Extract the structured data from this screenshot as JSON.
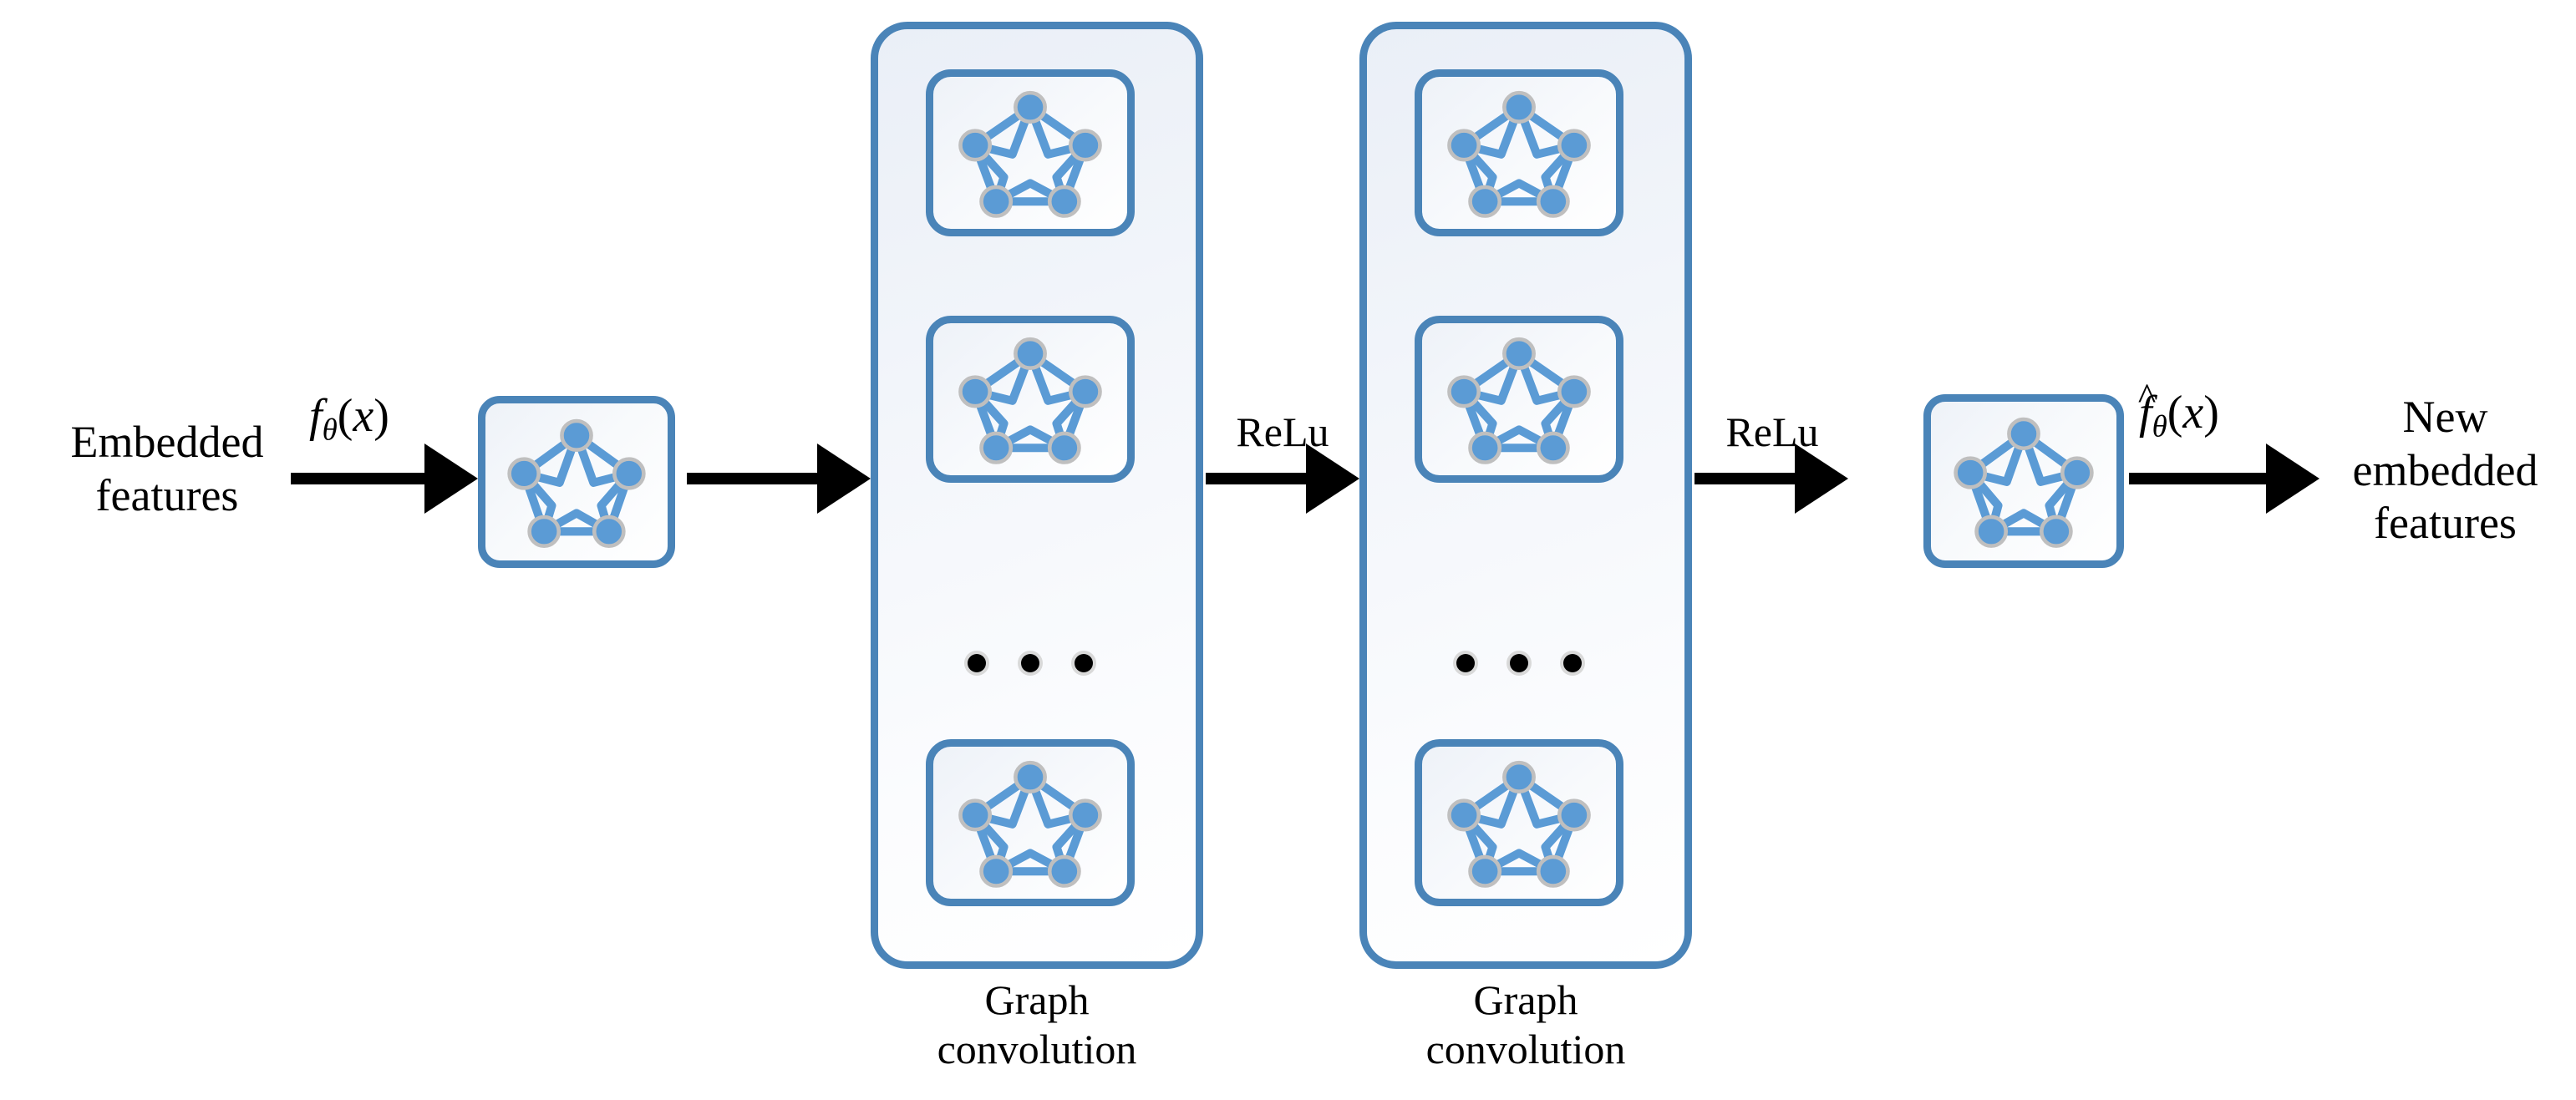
{
  "diagram": {
    "title": "Graph convolution network pipeline",
    "accent_color": "#4a84b8",
    "node_fill": "#5b9bd5",
    "node_stroke": "#bfbfbf",
    "arrow_color": "#000000"
  },
  "labels": {
    "input": "Embedded\nfeatures",
    "output": "New\nembedded\nfeatures",
    "relu_1": "ReLu",
    "relu_2": "ReLu",
    "caption_1": "Graph\nconvolution",
    "caption_2": "Graph\nconvolution"
  },
  "math": {
    "input_fn": {
      "f": "f",
      "sub": "θ",
      "arg": "(x)",
      "hat": ""
    },
    "output_fn": {
      "f": "f",
      "sub": "θ",
      "arg": "(x)",
      "hat": "^"
    }
  },
  "graph_icon": {
    "name": "pentagon-star-graph",
    "node_count": 5,
    "edges": "pentagon-outline-plus-pentagram"
  },
  "ellipsis": {
    "dot_count": 3,
    "glyph": "•"
  }
}
